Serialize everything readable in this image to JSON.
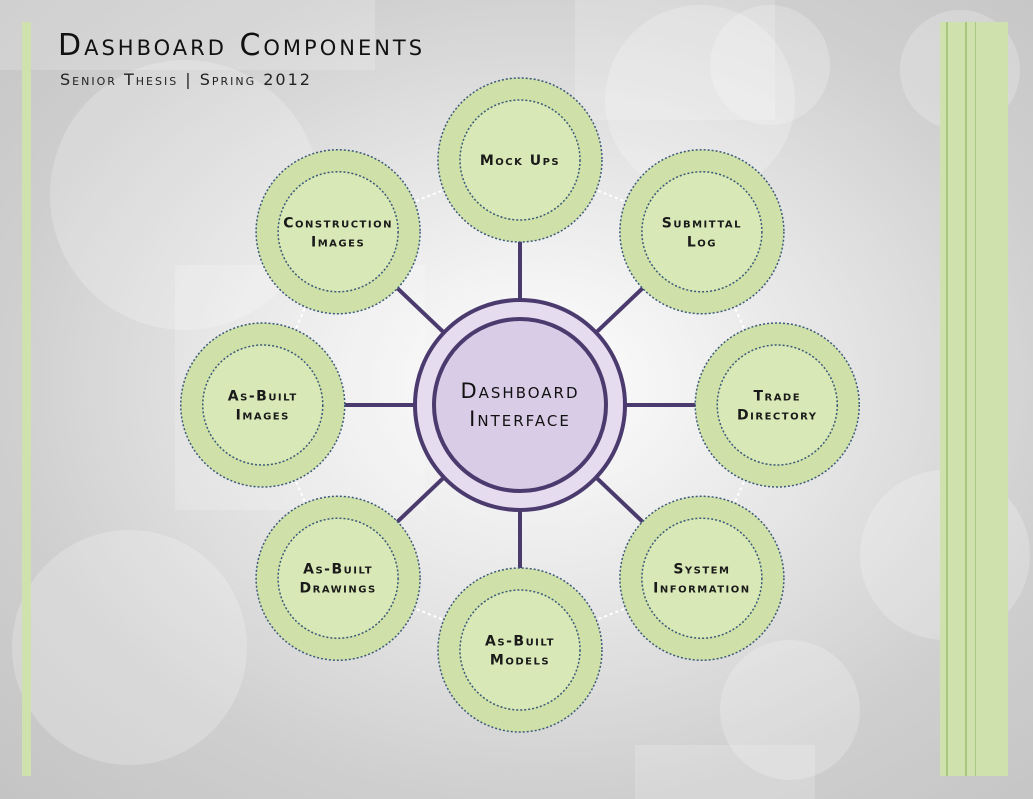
{
  "header": {
    "title": "Dashboard Components",
    "subtitle": "Senior Thesis | Spring 2012"
  },
  "colors": {
    "node_fill": "#cfe0a8",
    "node_inner": "#d8e8b6",
    "node_border": "#3b5a7a",
    "center_fill": "#d8cce6",
    "center_border": "#4a3a6e",
    "connector": "#4a3a6e",
    "accent_stripe": "#cfe2ae"
  },
  "center": {
    "line1": "Dashboard",
    "line2": "Interface"
  },
  "nodes": [
    {
      "id": "mock-ups",
      "lines": [
        "Mock Ups"
      ]
    },
    {
      "id": "submittal-log",
      "lines": [
        "Submittal",
        "Log"
      ]
    },
    {
      "id": "trade-directory",
      "lines": [
        "Trade",
        "Directory"
      ]
    },
    {
      "id": "system-information",
      "lines": [
        "System",
        "Information"
      ]
    },
    {
      "id": "as-built-models",
      "lines": [
        "As-Built",
        "Models"
      ]
    },
    {
      "id": "as-built-drawings",
      "lines": [
        "As-Built",
        "Drawings"
      ]
    },
    {
      "id": "as-built-images",
      "lines": [
        "As-Built",
        "Images"
      ]
    },
    {
      "id": "construction-images",
      "lines": [
        "Construction",
        "Images"
      ]
    }
  ]
}
